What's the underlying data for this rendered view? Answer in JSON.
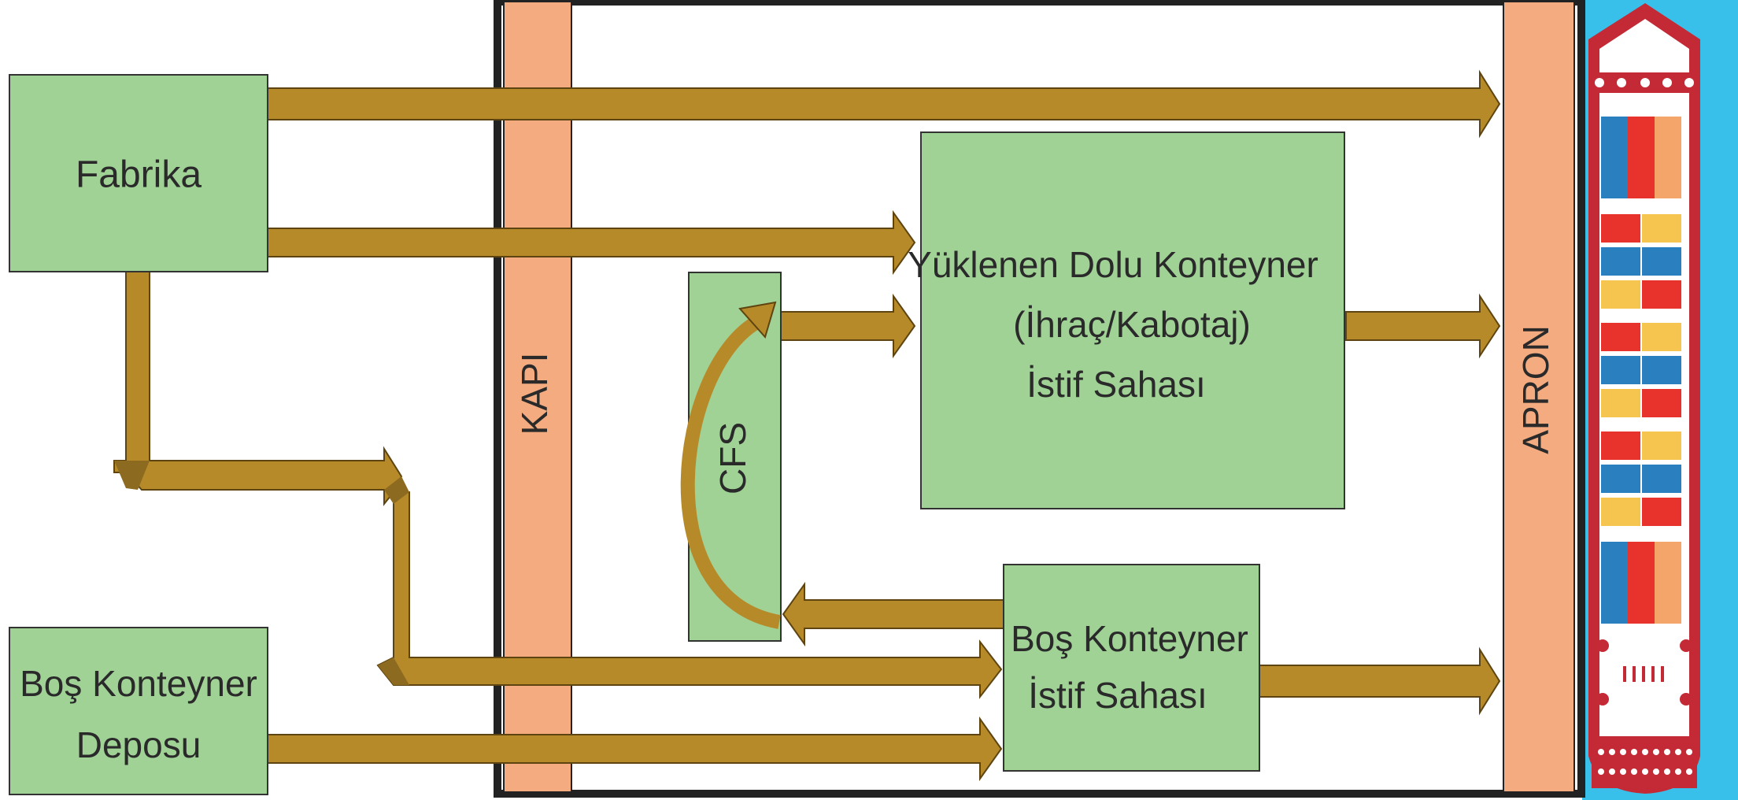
{
  "colors": {
    "box_fill": "#a0d296",
    "arrow_fill": "#b78a29",
    "strip_fill": "#f4ab80",
    "sea": "#39c0ea",
    "ship_hull": "#c42a35",
    "container_blue": "#2a7fbf",
    "container_red": "#e8332c",
    "container_orange": "#f3a56a",
    "container_yellow": "#f5c54f"
  },
  "boxes": {
    "fabrika": "Fabrika",
    "bos_depo_line1": "Boş Konteyner",
    "bos_depo_line2": "Deposu",
    "dolu_line1": "Yüklenen Dolu Konteyner",
    "dolu_line2": "(İhraç/Kabotaj)",
    "dolu_line3": "İstif Sahası",
    "bos_istif_line1": "Boş Konteyner",
    "bos_istif_line2": "İstif Sahası",
    "cfs": "CFS"
  },
  "strips": {
    "kapi": "KAPI",
    "apron": "APRON"
  },
  "icons": {
    "ship": "container-ship-icon"
  }
}
